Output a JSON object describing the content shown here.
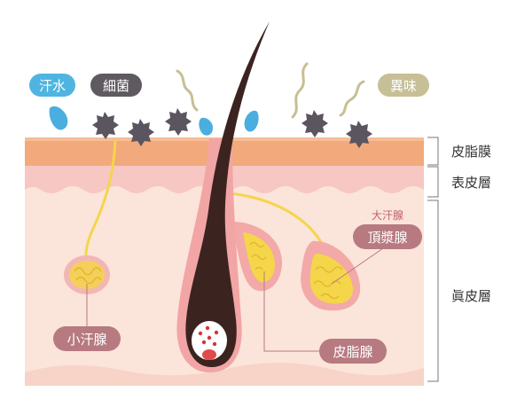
{
  "badges": {
    "sweat_water": "汗水",
    "bacteria": "細菌",
    "odor": "異味"
  },
  "layers": {
    "sebum_film": "皮脂膜",
    "epidermis": "表皮層",
    "dermis": "眞皮層"
  },
  "glands": {
    "eccrine": "小汗腺",
    "sebaceous": "皮脂腺",
    "apocrine_title": "大汗腺",
    "apocrine": "頂漿腺"
  },
  "colors": {
    "sebum": "#f2a97b",
    "epidermis": "#f7c7c3",
    "dermis": "#fbe4da",
    "hair": "#3b2320",
    "duct": "#f5d54a",
    "bacteria": "#5b5560",
    "sweat_pill": "#4fb5e0",
    "bacteria_pill": "#5e5a60",
    "odor_pill": "#c7bf95",
    "label_pill": "#b77a80",
    "drop": "#4aaede"
  }
}
